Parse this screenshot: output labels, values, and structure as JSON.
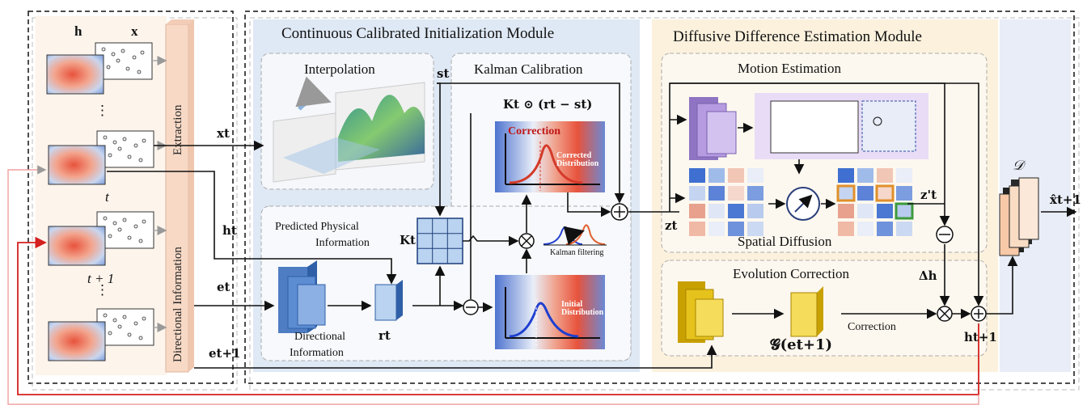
{
  "left_panel": {
    "label_h": "h",
    "label_x": "x",
    "label_dots_top": "⋮",
    "label_t": "t",
    "label_t1": "t + 1",
    "label_dots_bottom": "⋮",
    "extraction": "Extraction",
    "directional_information": "Directional Information"
  },
  "signals": {
    "x_t": "xt",
    "h_t": "ht",
    "e_t": "et",
    "e_t1": "et+1",
    "s_t": "st",
    "K_t": "Kt",
    "r_t": "rt",
    "z_t": "zt",
    "z_t_prime": "z't",
    "delta_h": "Δh",
    "h_t1": "ht+1",
    "D": "𝒟",
    "x_hat": "x̂t+1"
  },
  "ccim": {
    "title": "Continuous Calibrated Initialization Module",
    "interpolation": "Interpolation",
    "kalman_calibration": "Kalman Calibration",
    "kalman_formula": "Kt ⊙ (rt − st)",
    "correction": "Correction",
    "corrected_distribution": "Corrected Distribution",
    "initial_distribution": "Initial Distribution",
    "kalman_filtering": "Kalman filtering",
    "predicted_physical_line1": "Predicted Physical",
    "predicted_physical_line2": "Information",
    "directional_line1": "Directional",
    "directional_line2": "Information"
  },
  "ddem": {
    "title": "Diffusive Difference Estimation Module",
    "motion_estimation": "Motion Estimation",
    "spatial_diffusion": "Spatial Diffusion",
    "evolution_correction": "Evolution Correction",
    "g_label": "𝓖(et+1)",
    "correction": "Correction"
  },
  "colors": {
    "ccim_bg": "#dfe9f5",
    "ddem_bg": "#fbf1dd",
    "extraction_bar": "#f7d9c6",
    "blue_block": "#3d6bb3",
    "purple_block": "#b79be0",
    "yellow_block": "#e6c21c",
    "red_feedback": "#d42020"
  }
}
